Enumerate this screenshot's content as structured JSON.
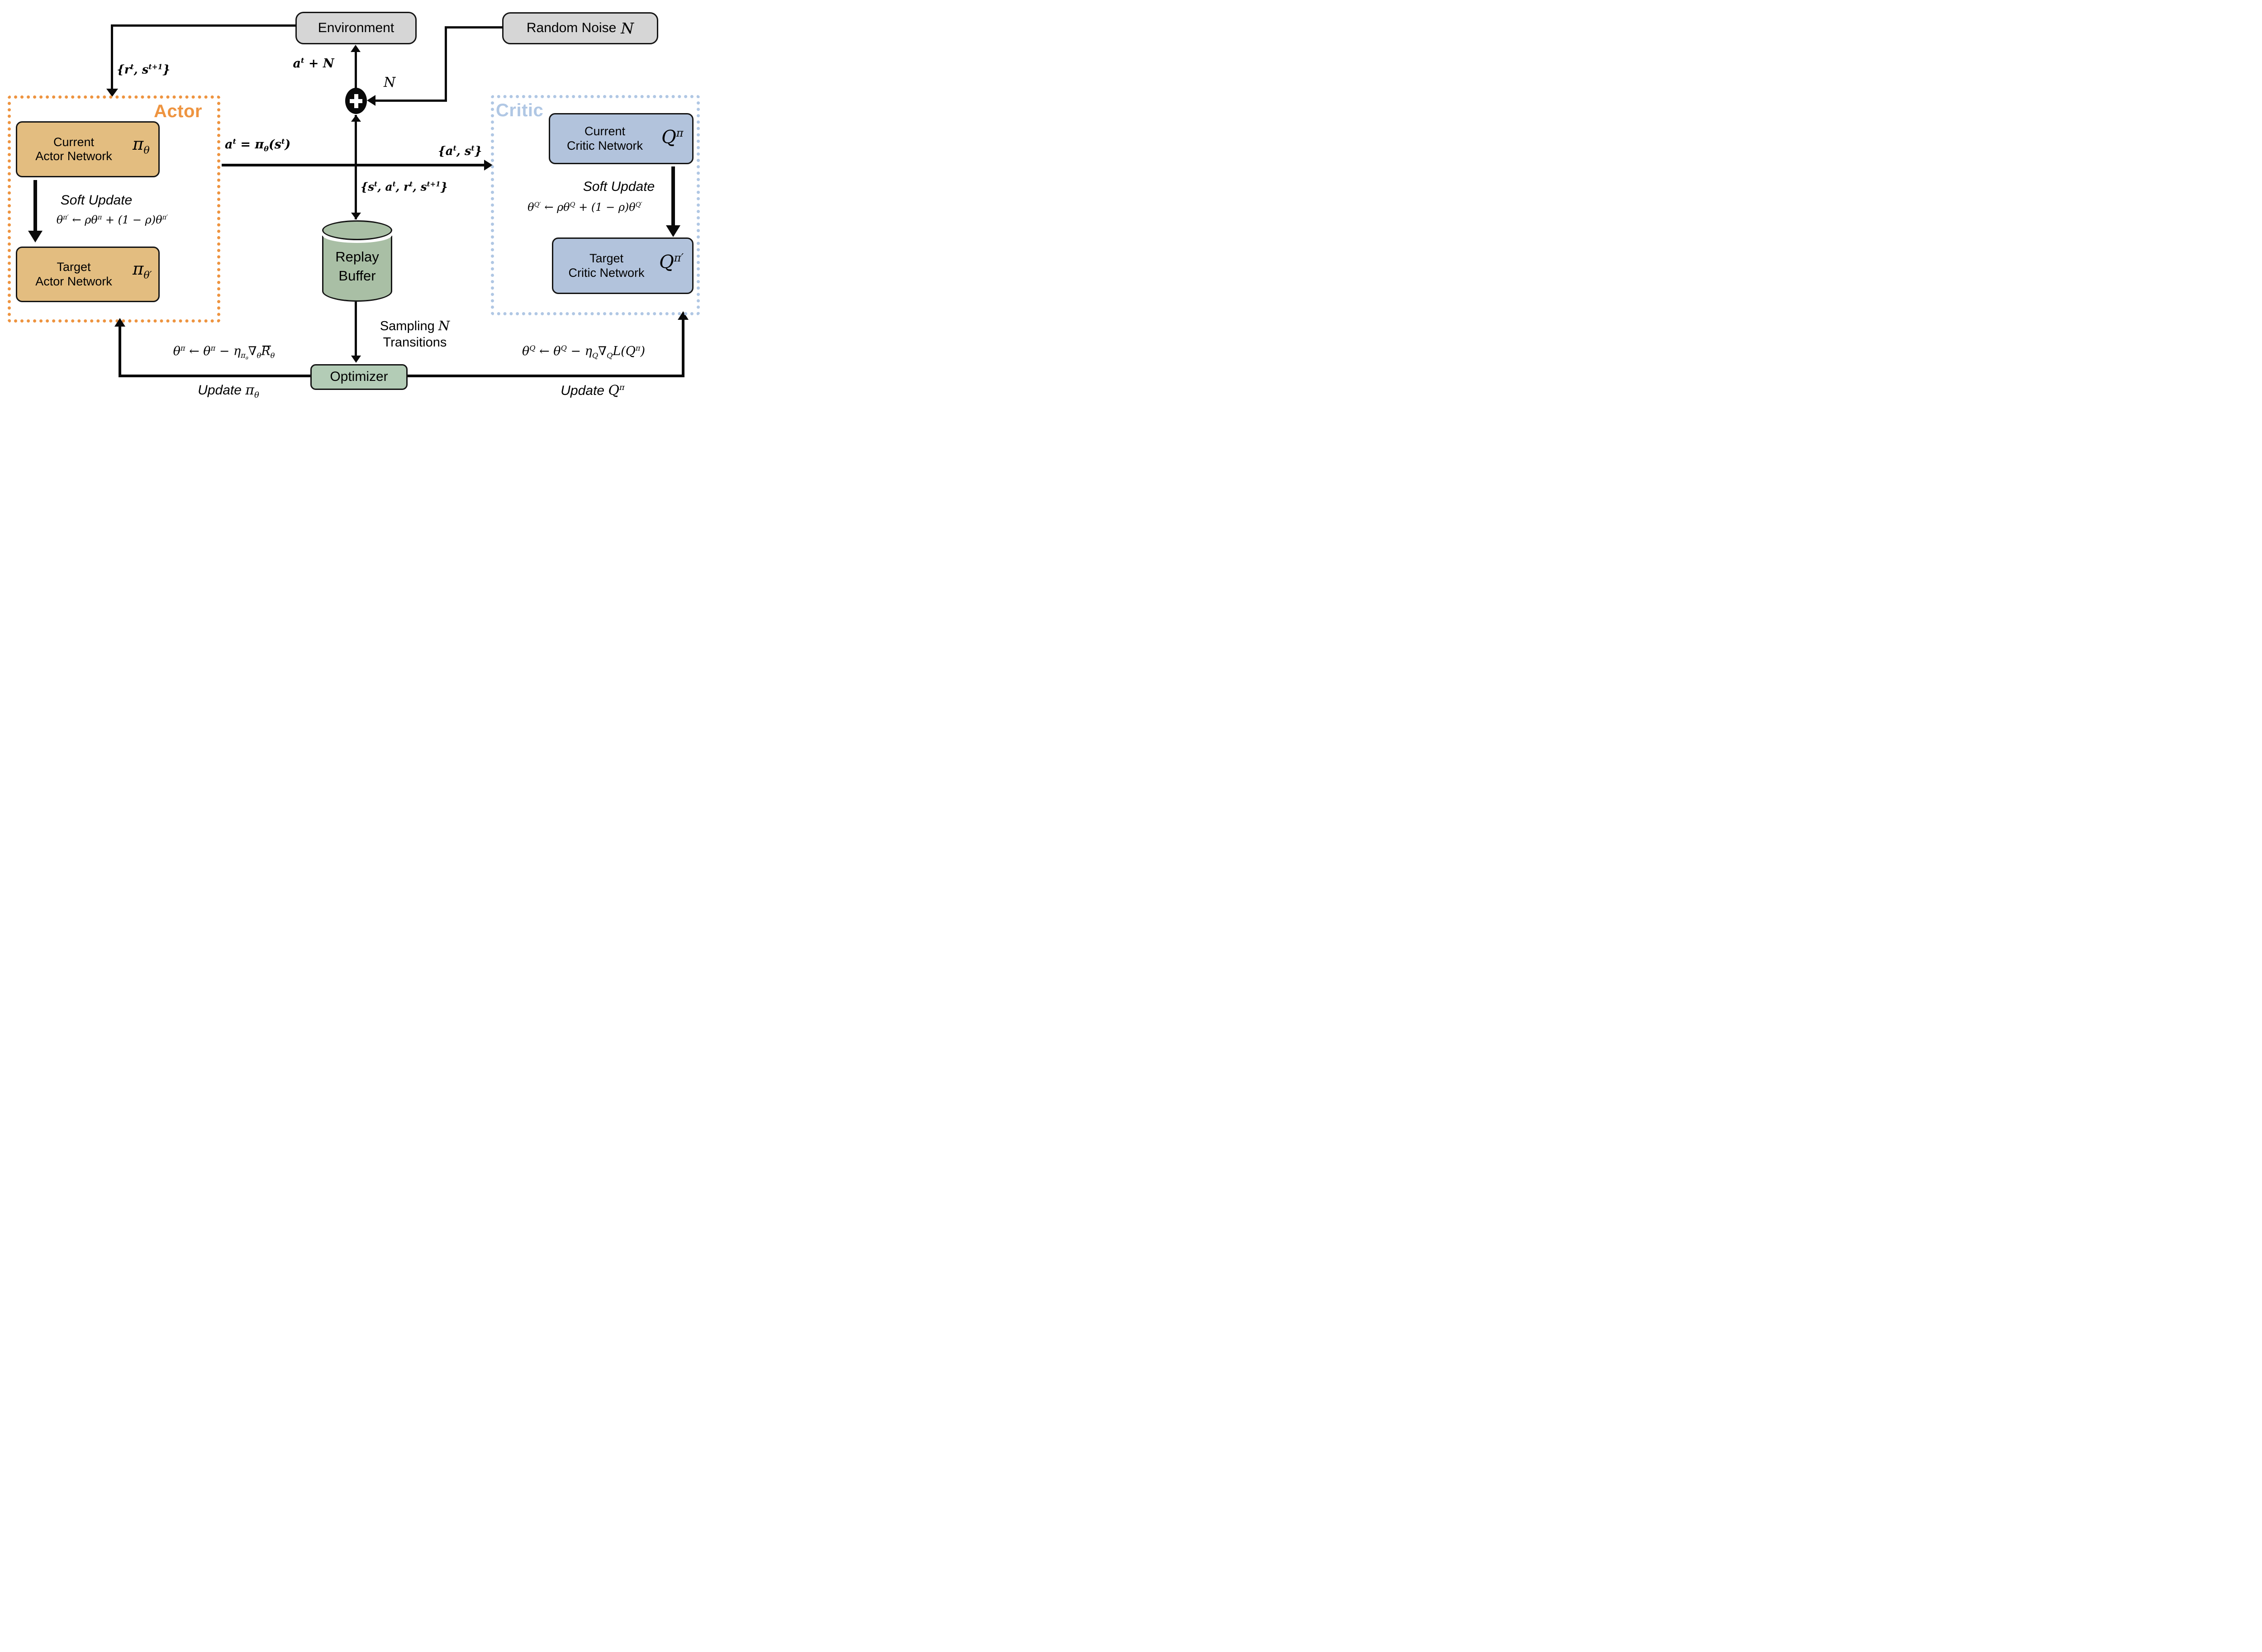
{
  "colors": {
    "actor_accent": "#EE9440",
    "critic_accent": "#B0C7E4",
    "actor_box_fill": "#E3BD80",
    "critic_box_fill": "#B2C3DC",
    "replay_buffer_fill": "#A9BFA5",
    "optimizer_fill": "#B3CCB6",
    "gray_node_fill": "#D6D6D6",
    "line_color": "#0A0A0A"
  },
  "environment": {
    "label": "Environment"
  },
  "random_noise": {
    "label": "Random Noise",
    "symbol_html": "N"
  },
  "actor": {
    "title": "Actor",
    "current": {
      "line1": "Current",
      "line2": "Actor Network",
      "symbol_html": "π<sub>θ</sub>"
    },
    "target": {
      "line1": "Target",
      "line2": "Actor Network",
      "symbol_html": "π<sub>θ′</sub>"
    },
    "soft_update_label": "Soft Update",
    "soft_update_formula_html": "θ<sup>π′</sup> ← ρθ<sup>π</sup> + (1 − ρ)θ<sup>π′</sup>"
  },
  "critic": {
    "title": "Critic",
    "current": {
      "line1": "Current",
      "line2": "Critic Network",
      "symbol_html": "Q<sup>π</sup>"
    },
    "target": {
      "line1": "Target",
      "line2": "Critic Network",
      "symbol_html": "Q<sup>π′</sup>"
    },
    "soft_update_label": "Soft Update",
    "soft_update_formula_html": "θ<sup>Q′</sup> ← ρθ<sup>Q</sup> + (1 − ρ)θ<sup>Q′</sup>"
  },
  "replay_buffer": {
    "line1": "Replay",
    "line2": "Buffer"
  },
  "optimizer": {
    "label": "Optimizer"
  },
  "edges": {
    "reward_state_html": "{r<sup>t</sup>, s<sup>t+1</sup>}",
    "action_plus_noise_html": "a<sup>t</sup> + N",
    "noise_symbol_html": "N",
    "policy_action_html": "a<sup>t</sup> = π<sub>θ</sub>(s<sup>t</sup>)",
    "action_state_html": "{a<sup>t</sup>, s<sup>t</sup>}",
    "transition_html": "{s<sup>t</sup>, a<sup>t</sup>, r<sup>t</sup>, s<sup>t+1</sup>}",
    "sampling_line1_html": "Sampling <i>N</i>",
    "sampling_line2": "Transitions",
    "actor_update_html": "θ<sup>π</sup> ← θ<sup>π</sup> − η<sub>π<sub>θ</sub></sub>∇<sub>θ</sub><span class=\"rbar\">R</span><sub>θ</sub>",
    "actor_update_caption_html": "Update <i>π<sub>θ</sub></i>",
    "critic_update_html": "θ<sup>Q</sup> ← θ<sup>Q</sup> − η<sub>Q</sub>∇<sub>Q</sub>L(Q<sup>π</sup>)",
    "critic_update_caption_html": "Update <i>Q<sup>π</sup></i>"
  }
}
